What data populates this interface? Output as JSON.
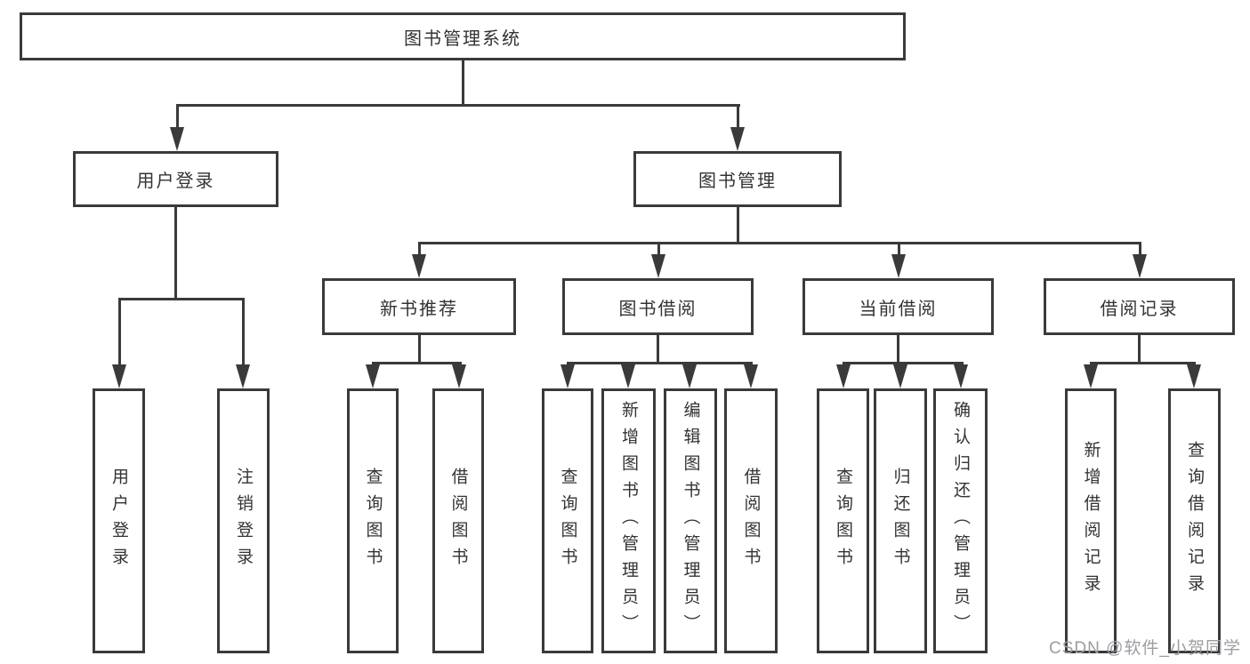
{
  "colors": {
    "line": "#3a3a3a",
    "text": "#333333",
    "background": "#ffffff",
    "watermark": "#9c9ca2"
  },
  "watermark": "CSDN @软件_小贺同学",
  "tree": {
    "label": "图书管理系统",
    "children": [
      {
        "label": "用户登录",
        "children": [
          {
            "label": "用户登录"
          },
          {
            "label": "注销登录"
          }
        ]
      },
      {
        "label": "图书管理",
        "children": [
          {
            "label": "新书推荐",
            "children": [
              {
                "label": "查询图书"
              },
              {
                "label": "借阅图书"
              }
            ]
          },
          {
            "label": "图书借阅",
            "children": [
              {
                "label": "查询图书"
              },
              {
                "label": "新增图书（管理员）"
              },
              {
                "label": "编辑图书（管理员）"
              },
              {
                "label": "借阅图书"
              }
            ]
          },
          {
            "label": "当前借阅",
            "children": [
              {
                "label": "查询图书"
              },
              {
                "label": "归还图书"
              },
              {
                "label": "确认归还（管理员）"
              }
            ]
          },
          {
            "label": "借阅记录",
            "children": [
              {
                "label": "新增借阅记录"
              },
              {
                "label": "查询借阅记录"
              }
            ]
          }
        ]
      }
    ]
  }
}
